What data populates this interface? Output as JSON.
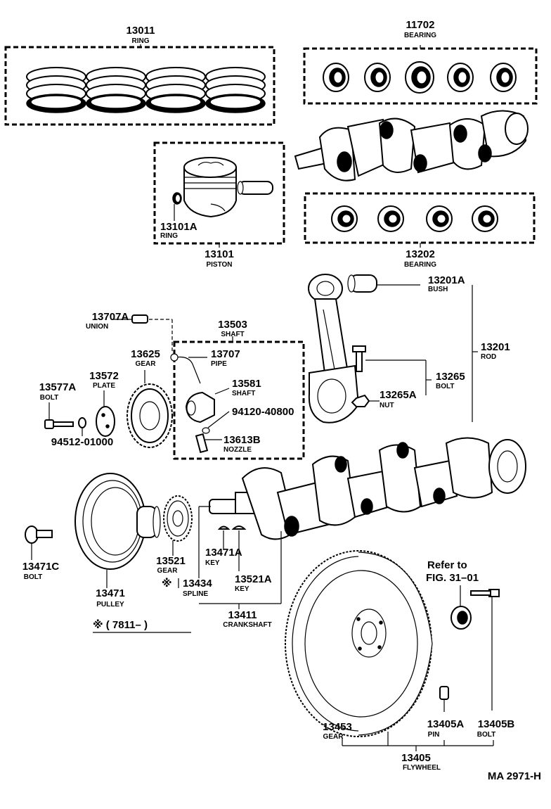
{
  "labels": {
    "ring_set": {
      "num": "13011",
      "name": "RING"
    },
    "bearing_upper": {
      "num": "11702",
      "name": "BEARING"
    },
    "ring_snap": {
      "num": "13101A",
      "name": "RING"
    },
    "piston": {
      "num": "13101",
      "name": "PISTON"
    },
    "bearing_lower": {
      "num": "13202",
      "name": "BEARING"
    },
    "bush": {
      "num": "13201A",
      "name": "BUSH"
    },
    "rod": {
      "num": "13201",
      "name": "ROD"
    },
    "rod_bolt": {
      "num": "13265",
      "name": "BOLT"
    },
    "rod_nut": {
      "num": "13265A",
      "name": "NUT"
    },
    "union": {
      "num": "13707A",
      "name": "UNION"
    },
    "shaft_asm": {
      "num": "13503",
      "name": "SHAFT"
    },
    "gear_idler": {
      "num": "13625",
      "name": "GEAR"
    },
    "pipe": {
      "num": "13707",
      "name": "PIPE"
    },
    "plate": {
      "num": "13572",
      "name": "PLATE"
    },
    "shaft_idler": {
      "num": "13581",
      "name": "SHAFT"
    },
    "bolt_plate": {
      "num": "13577A",
      "name": "BOLT"
    },
    "washer_oring": {
      "num": "94120-40800"
    },
    "washer": {
      "num": "94512-01000"
    },
    "nozzle": {
      "num": "13613B",
      "name": "NOZZLE"
    },
    "bolt_pulley": {
      "num": "13471C",
      "name": "BOLT"
    },
    "gear_crank": {
      "num": "13521",
      "name": "GEAR"
    },
    "key_pulley": {
      "num": "13471A",
      "name": "KEY"
    },
    "spline": {
      "num": "13434",
      "name": "SPLINE",
      "mark": "※"
    },
    "key_gear": {
      "num": "13521A",
      "name": "KEY"
    },
    "pulley": {
      "num": "13471",
      "name": "PULLEY"
    },
    "crankshaft": {
      "num": "13411",
      "name": "CRANKSHAFT"
    },
    "ring_gear": {
      "num": "13453",
      "name": "GEAR"
    },
    "pin": {
      "num": "13405A",
      "name": "PIN"
    },
    "flywheel_bolt": {
      "num": "13405B",
      "name": "BOLT"
    },
    "flywheel": {
      "num": "13405",
      "name": "FLYWHEEL"
    }
  },
  "notes": {
    "refer_line1": "Refer to",
    "refer_line2": "FIG. 31–01",
    "applicability": "※ ( 7811–        )",
    "figure_code": "MA 2971-H"
  }
}
